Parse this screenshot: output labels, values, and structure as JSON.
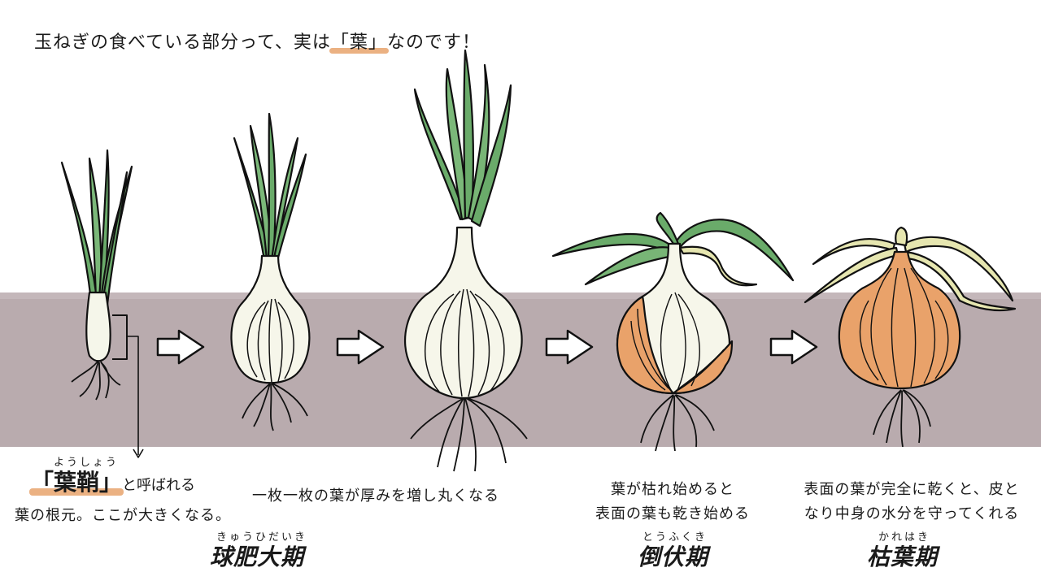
{
  "headline": {
    "prefix": "玉ねぎの食べている部分って、実は",
    "highlight": "「葉」",
    "suffix": "なのです！"
  },
  "stages": [
    {
      "id": "seedling",
      "term_ruby": "ようしょう",
      "term": "「葉鞘」",
      "term_suffix": "と呼ばれる",
      "caption": "葉の根元。ここが大きくなる。",
      "stage_name": ""
    },
    {
      "id": "bulb-growth",
      "caption": "一枚一枚の葉が厚みを増し丸くなる",
      "stage_ruby": "きゅうひだいき",
      "stage_name": "球肥大期"
    },
    {
      "id": "bulb-large",
      "caption": "",
      "stage_name": ""
    },
    {
      "id": "lodging",
      "caption_lines": [
        "葉が枯れ始めると",
        "表面の葉も乾き始める"
      ],
      "stage_ruby": "とうふくき",
      "stage_name": "倒伏期"
    },
    {
      "id": "withering",
      "caption_lines": [
        "表面の葉が完全に乾くと、皮と",
        "なり中身の水分を守ってくれる"
      ],
      "stage_ruby": "かれはき",
      "stage_name": "枯葉期"
    }
  ],
  "colors": {
    "soil": "#b9abae",
    "leaf_green": "#6aab6a",
    "bulb_white": "#f6f6ea",
    "skin_orange": "#e9a26a",
    "dry_leaf": "#e6e6b0",
    "highlight": "#e8a36c"
  }
}
